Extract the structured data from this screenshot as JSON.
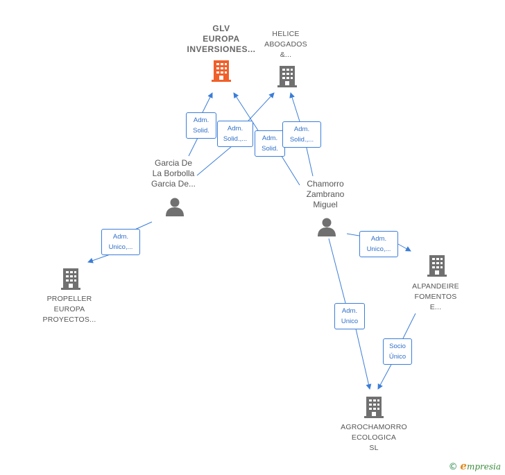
{
  "nodes": {
    "glv": {
      "lines": [
        "GLV",
        "EUROPA",
        "INVERSIONES..."
      ],
      "kind": "company",
      "highlight": true
    },
    "helice": {
      "lines": [
        "HELICE",
        "ABOGADOS",
        "&..."
      ],
      "kind": "company"
    },
    "garcia": {
      "lines": [
        "Garcia De",
        "La Borbolla",
        "Garcia De..."
      ],
      "kind": "person"
    },
    "chamorro": {
      "lines": [
        "Chamorro",
        "Zambrano",
        "Miguel"
      ],
      "kind": "person"
    },
    "propeller": {
      "lines": [
        "PROPELLER",
        "EUROPA",
        "PROYECTOS..."
      ],
      "kind": "company"
    },
    "alpandeire": {
      "lines": [
        "ALPANDEIRE",
        "FOMENTOS",
        "E..."
      ],
      "kind": "company"
    },
    "agrochamorro": {
      "lines": [
        "AGROCHAMORRO",
        "ECOLOGICA",
        "SL"
      ],
      "kind": "company"
    }
  },
  "edges": [
    {
      "from": "garcia",
      "to": "glv",
      "label": [
        "Adm.",
        "Solid."
      ]
    },
    {
      "from": "garcia",
      "to": "helice",
      "label": [
        "Adm.",
        "Solid.,..."
      ]
    },
    {
      "from": "chamorro",
      "to": "glv",
      "label": [
        "Adm.",
        "Solid."
      ]
    },
    {
      "from": "chamorro",
      "to": "helice",
      "label": [
        "Adm.",
        "Solid.,..."
      ]
    },
    {
      "from": "garcia",
      "to": "propeller",
      "label": [
        "Adm.",
        "Unico,..."
      ]
    },
    {
      "from": "chamorro",
      "to": "alpandeire",
      "label": [
        "Adm.",
        "Unico,..."
      ]
    },
    {
      "from": "chamorro",
      "to": "agrochamorro",
      "label": [
        "Adm.",
        "Unico"
      ]
    },
    {
      "from": "alpandeire",
      "to": "agrochamorro",
      "label": [
        "Socio",
        "Único"
      ]
    }
  ],
  "colors": {
    "edge": "#3b7dd8",
    "company_icon": "#707070",
    "focus_icon": "#f0602a",
    "person_icon": "#707070"
  },
  "footer": {
    "copyright": "©",
    "brand_initial": "e",
    "brand_rest": "mpresia"
  }
}
